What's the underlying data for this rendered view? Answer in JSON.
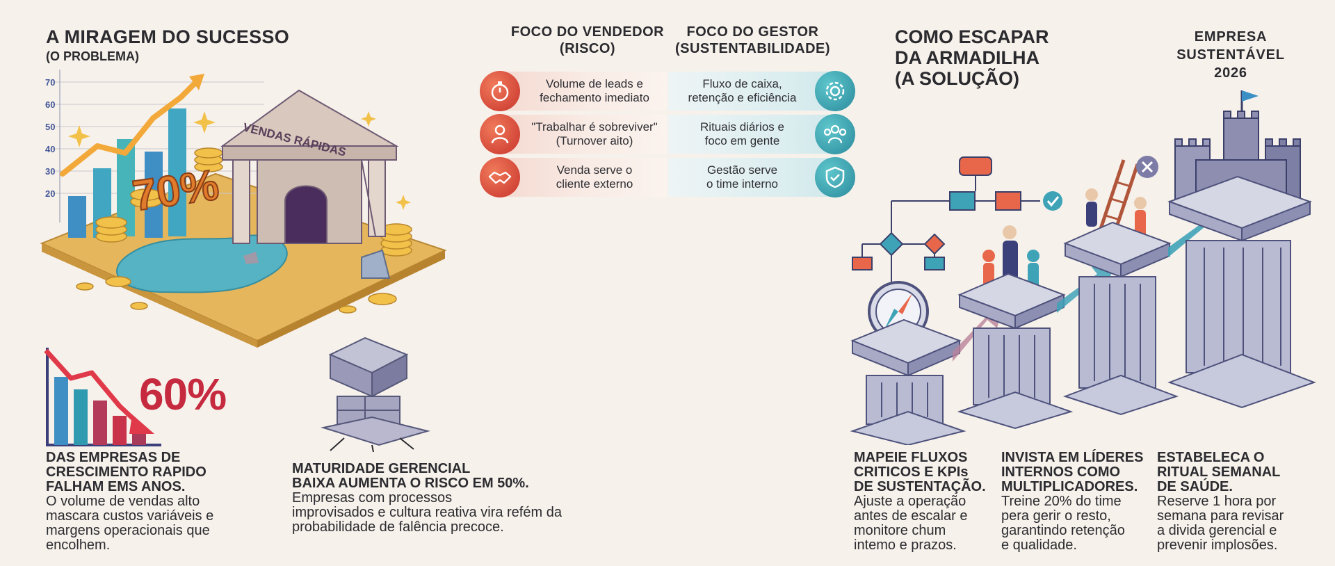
{
  "problem": {
    "title": "A MIRAGEM DO SUCESSO",
    "subtitle": "(O PROBLEMA)",
    "chart_ticks": [
      "70",
      "60",
      "50",
      "40",
      "30",
      "20"
    ],
    "hero_percent": "70%",
    "sign_text": "VENDAS RÁPIDAS"
  },
  "table": {
    "vendor_header_1": "FOCO DO VENDEDOR",
    "vendor_header_2": "(RISCO)",
    "gestor_header_1": "FOCO DO GESTOR",
    "gestor_header_2": "(SUSTENTABILIDADE)",
    "rows": [
      {
        "left_1": "Volume de leads e",
        "left_2": "fechamento imediato",
        "right_1": "Fluxo de caixa,",
        "right_2": "retenção e eficiência"
      },
      {
        "left_1": "\"Trabalhar é sobreviver\"",
        "left_2": "(Turnover aito)",
        "right_1": "Rituais diários e",
        "right_2": "foco em gente"
      },
      {
        "left_1": "Venda serve o",
        "left_2": "cliente externo",
        "right_1": "Gestão serve",
        "right_2": "o time interno"
      }
    ]
  },
  "stat1": {
    "percent": "60%",
    "head_1": "DAS EMPRESAS DE",
    "head_2": "CRESCIMENTO RAPIDO",
    "head_3": "FALHAM EMS ANOS.",
    "body_1": "O volume de vendas alto",
    "body_2": "mascara custos variáveis e",
    "body_3": "margens operacionais que",
    "body_4": "encolhem."
  },
  "stat2": {
    "head_1": "MATURIDADE GERENCIAL",
    "head_2": "BAIXA AUMENTA O RISCO EM 50%.",
    "body_1": "Empresas com processos",
    "body_2": "improvisados e cultura reativa vira refém da",
    "body_3": "probabilidade de falência precoce."
  },
  "solution": {
    "title_1": "COMO ESCAPAR",
    "title_2": "DA ARMADILHA",
    "title_3": "(A SOLUÇÃO)",
    "target_1": "EMPRESA",
    "target_2": "SUSTENTÁVEL",
    "target_3": "2026",
    "steps": [
      {
        "h1": "MAPEIE FLUXOS",
        "h2": "CRITICOS E KPIs",
        "h3": "DE SUSTENTAÇÃO.",
        "b1": "Ajuste a operação",
        "b2": "antes de escalar e",
        "b3": "monitore chum",
        "b4": "intemo e prazos."
      },
      {
        "h1": "INVISTA EM LÍDERES",
        "h2": "INTERNOS COMO",
        "h3": "MULTIPLICADORES.",
        "b1": "Treine 20% do time",
        "b2": "pera gerir o resto,",
        "b3": "garantindo retenção",
        "b4": "e qualidade."
      },
      {
        "h1": "ESTABELECA O",
        "h2": "RITUAL SEMANAL",
        "h3": "DE SAÚDE.",
        "b1": "Reserve 1 hora por",
        "b2": "semana para revisar",
        "b3": "a divida gerencial e",
        "b4": "prevenir implosões."
      }
    ]
  },
  "colors": {
    "background": "#f6f1ea",
    "risk_red": "#c8332c",
    "sustain_teal": "#2b8a9c",
    "accent_purple": "#6b5c95"
  }
}
